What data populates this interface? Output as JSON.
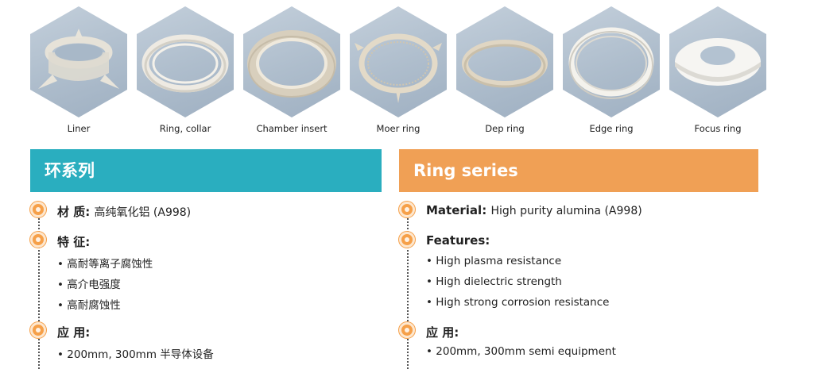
{
  "products": [
    {
      "label": "Liner",
      "icon": "liner-icon"
    },
    {
      "label": "Ring, collar",
      "icon": "ring-collar-icon"
    },
    {
      "label": "Chamber insert",
      "icon": "chamber-insert-icon"
    },
    {
      "label": "Moer ring",
      "icon": "moer-ring-icon"
    },
    {
      "label": "Dep ring",
      "icon": "dep-ring-icon"
    },
    {
      "label": "Edge ring",
      "icon": "edge-ring-icon"
    },
    {
      "label": "Focus ring",
      "icon": "focus-ring-icon"
    }
  ],
  "cn": {
    "title": "环系列",
    "material_label": "材 质:",
    "material_value": "高纯氧化铝 (A998)",
    "features_label": "特 征:",
    "features": [
      "高耐等离子腐蚀性",
      "高介电强度",
      "高耐腐蚀性"
    ],
    "application_label": "应 用:",
    "applications": [
      "200mm, 300mm 半导体设备"
    ]
  },
  "en": {
    "title": "Ring series",
    "material_label": "Material:",
    "material_value": "High purity alumina (A998)",
    "features_label": "Features:",
    "features": [
      "High plasma resistance",
      "High dielectric strength",
      "High strong corrosion resistance"
    ],
    "application_label": "应 用:",
    "applications": [
      "200mm, 300mm semi equipment"
    ]
  },
  "colors": {
    "cn_banner": "#2aaebf",
    "en_banner": "#f0a055",
    "bullet_dot": "#f6a049",
    "hexagon": "#b3c2d1"
  }
}
